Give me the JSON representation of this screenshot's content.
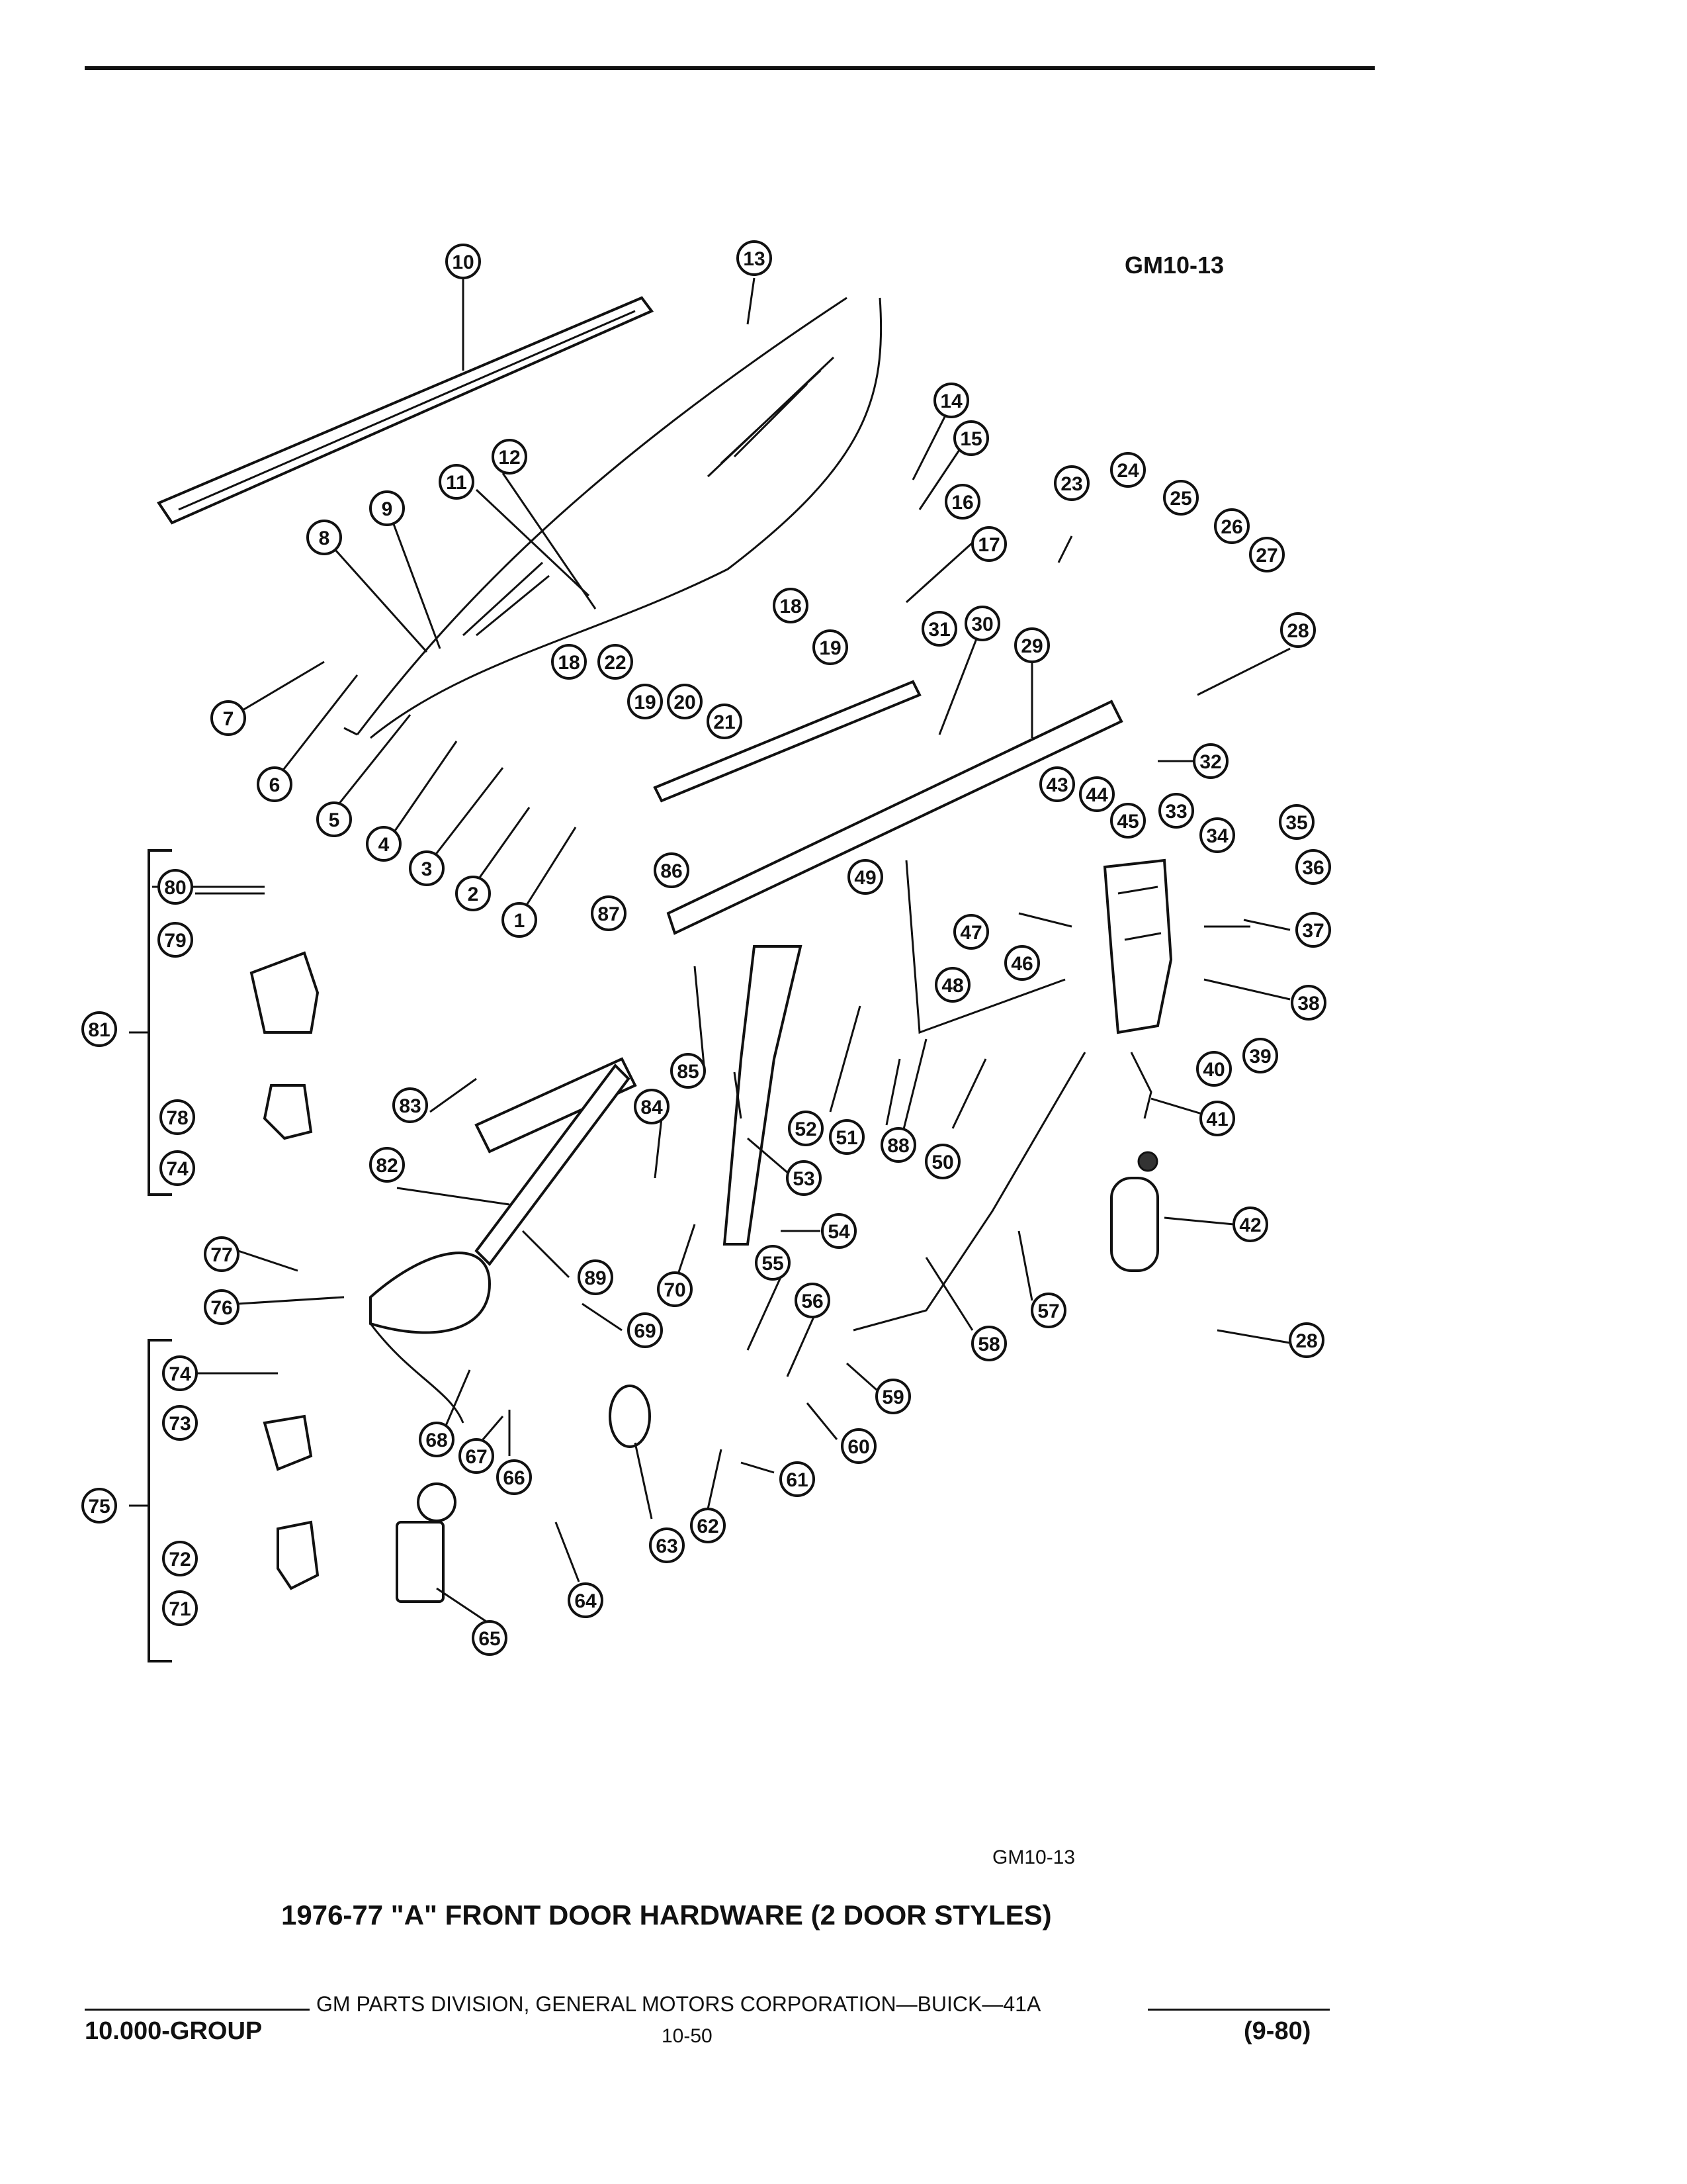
{
  "header": {
    "fig_code_top": "GM10-13"
  },
  "diagram": {
    "callouts": [
      "10",
      "13",
      "14",
      "15",
      "16",
      "17",
      "23",
      "24",
      "25",
      "26",
      "27",
      "28",
      "12",
      "11",
      "9",
      "8",
      "7",
      "6",
      "5",
      "4",
      "3",
      "2",
      "1",
      "87",
      "86",
      "18",
      "19",
      "20",
      "21",
      "22",
      "31",
      "30",
      "29",
      "32",
      "33",
      "34",
      "35",
      "36",
      "37",
      "38",
      "39",
      "40",
      "41",
      "42",
      "43",
      "44",
      "45",
      "46",
      "47",
      "48",
      "49",
      "50",
      "51",
      "52",
      "53",
      "54",
      "55",
      "56",
      "57",
      "58",
      "59",
      "60",
      "61",
      "62",
      "63",
      "64",
      "65",
      "66",
      "67",
      "68",
      "69",
      "70",
      "76",
      "77",
      "80",
      "79",
      "81",
      "78",
      "74",
      "73",
      "75",
      "72",
      "71",
      "82",
      "83",
      "84",
      "85",
      "88",
      "89"
    ]
  },
  "caption": {
    "fig_code": "GM10-13",
    "title": "1976-77 \"A\" FRONT DOOR HARDWARE (2 DOOR STYLES)"
  },
  "footer": {
    "publisher": "GM PARTS DIVISION, GENERAL MOTORS CORPORATION—BUICK—41A",
    "group": "10.000-GROUP",
    "page": "10-50",
    "date": "(9-80)"
  }
}
